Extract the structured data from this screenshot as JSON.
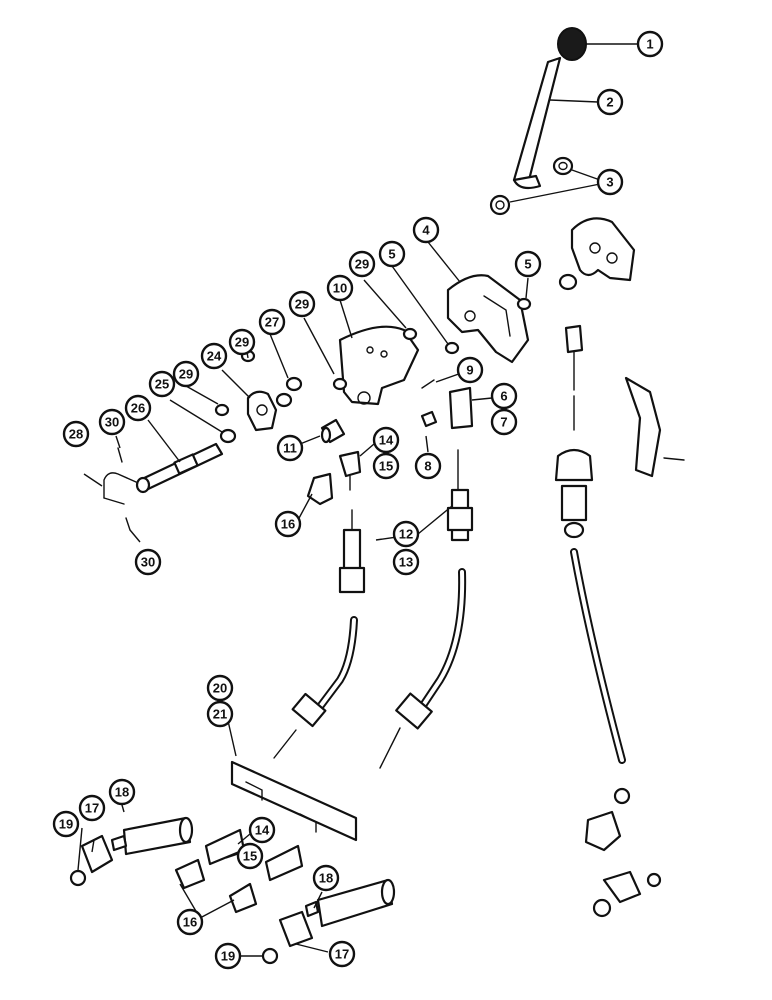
{
  "callouts": [
    {
      "id": "c1",
      "label": "1"
    },
    {
      "id": "c2",
      "label": "2"
    },
    {
      "id": "c3",
      "label": "3"
    },
    {
      "id": "c4",
      "label": "4"
    },
    {
      "id": "c5a",
      "label": "5"
    },
    {
      "id": "c5b",
      "label": "5"
    },
    {
      "id": "c6",
      "label": "6"
    },
    {
      "id": "c7",
      "label": "7"
    },
    {
      "id": "c8",
      "label": "8"
    },
    {
      "id": "c9",
      "label": "9"
    },
    {
      "id": "c10",
      "label": "10"
    },
    {
      "id": "c11",
      "label": "11"
    },
    {
      "id": "c12",
      "label": "12"
    },
    {
      "id": "c13",
      "label": "13"
    },
    {
      "id": "c14a",
      "label": "14"
    },
    {
      "id": "c15a",
      "label": "15"
    },
    {
      "id": "c14b",
      "label": "14"
    },
    {
      "id": "c15b",
      "label": "15"
    },
    {
      "id": "c16a",
      "label": "16"
    },
    {
      "id": "c16b",
      "label": "16"
    },
    {
      "id": "c17a",
      "label": "17"
    },
    {
      "id": "c17b",
      "label": "17"
    },
    {
      "id": "c18a",
      "label": "18"
    },
    {
      "id": "c18b",
      "label": "18"
    },
    {
      "id": "c19a",
      "label": "19"
    },
    {
      "id": "c19b",
      "label": "19"
    },
    {
      "id": "c20",
      "label": "20"
    },
    {
      "id": "c21",
      "label": "21"
    },
    {
      "id": "c24",
      "label": "24"
    },
    {
      "id": "c25",
      "label": "25"
    },
    {
      "id": "c26",
      "label": "26"
    },
    {
      "id": "c27",
      "label": "27"
    },
    {
      "id": "c28",
      "label": "28"
    },
    {
      "id": "c29a",
      "label": "29"
    },
    {
      "id": "c29b",
      "label": "29"
    },
    {
      "id": "c29c",
      "label": "29"
    },
    {
      "id": "c29d",
      "label": "29"
    },
    {
      "id": "c30a",
      "label": "30"
    },
    {
      "id": "c30b",
      "label": "30"
    }
  ]
}
